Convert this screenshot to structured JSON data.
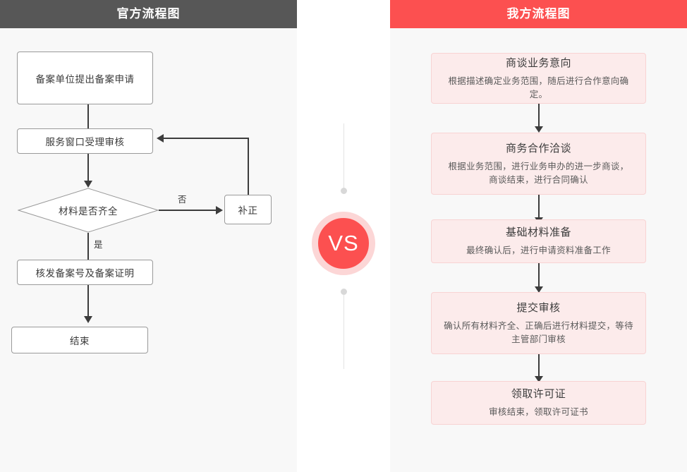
{
  "left_panel": {
    "header": "官方流程图",
    "header_bg": "#575757",
    "nodes": {
      "n1": "备案单位提出备案申请",
      "n2": "服务窗口受理审核",
      "decision": "材料是否齐全",
      "fix": "补正",
      "n4": "核发备案号及备案证明",
      "n5": "结束"
    },
    "edge_labels": {
      "no": "否",
      "yes": "是"
    }
  },
  "center": {
    "vs_label": "VS",
    "accent": "#fc5050",
    "ring": "#fcd6d6"
  },
  "right_panel": {
    "header": "我方流程图",
    "header_bg": "#fc5050",
    "card_bg": "#fcebeb",
    "card_border": "#f8d3d3",
    "cards": [
      {
        "title": "商谈业务意向",
        "desc": "根据描述确定业务范围，随后进行合作意向确定。"
      },
      {
        "title": "商务合作洽谈",
        "desc": "根据业务范围，进行业务申办的进一步商谈，\n商谈结束，进行合同确认"
      },
      {
        "title": "基础材料准备",
        "desc": "最终确认后，进行申请资料准备工作"
      },
      {
        "title": "提交审核",
        "desc": "确认所有材料齐全、正确后进行材料提交，等待\n主管部门审核"
      },
      {
        "title": "领取许可证",
        "desc": "审核结束，领取许可证书"
      }
    ]
  }
}
